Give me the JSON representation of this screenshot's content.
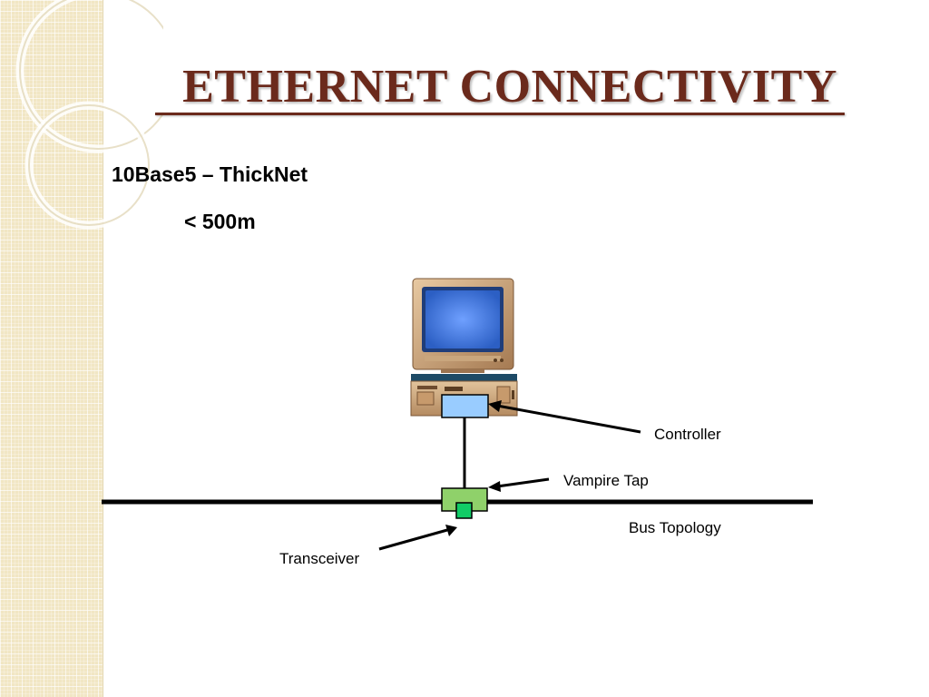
{
  "slide": {
    "title": "ETHERNET CONNECTIVITY",
    "subtitle": "10Base5 – ThickNet",
    "distance": "< 500m"
  },
  "diagram": {
    "labels": {
      "controller": "Controller",
      "vampire_tap": "Vampire Tap",
      "bus_topology": "Bus Topology",
      "transceiver": "Transceiver"
    },
    "colors": {
      "title": "#6b2a1c",
      "controller_box": "#99ccff",
      "tap_box": "#8fd16a",
      "transceiver_box": "#11cc66",
      "bus_line": "#000000",
      "screen": "#3d7be0"
    }
  }
}
